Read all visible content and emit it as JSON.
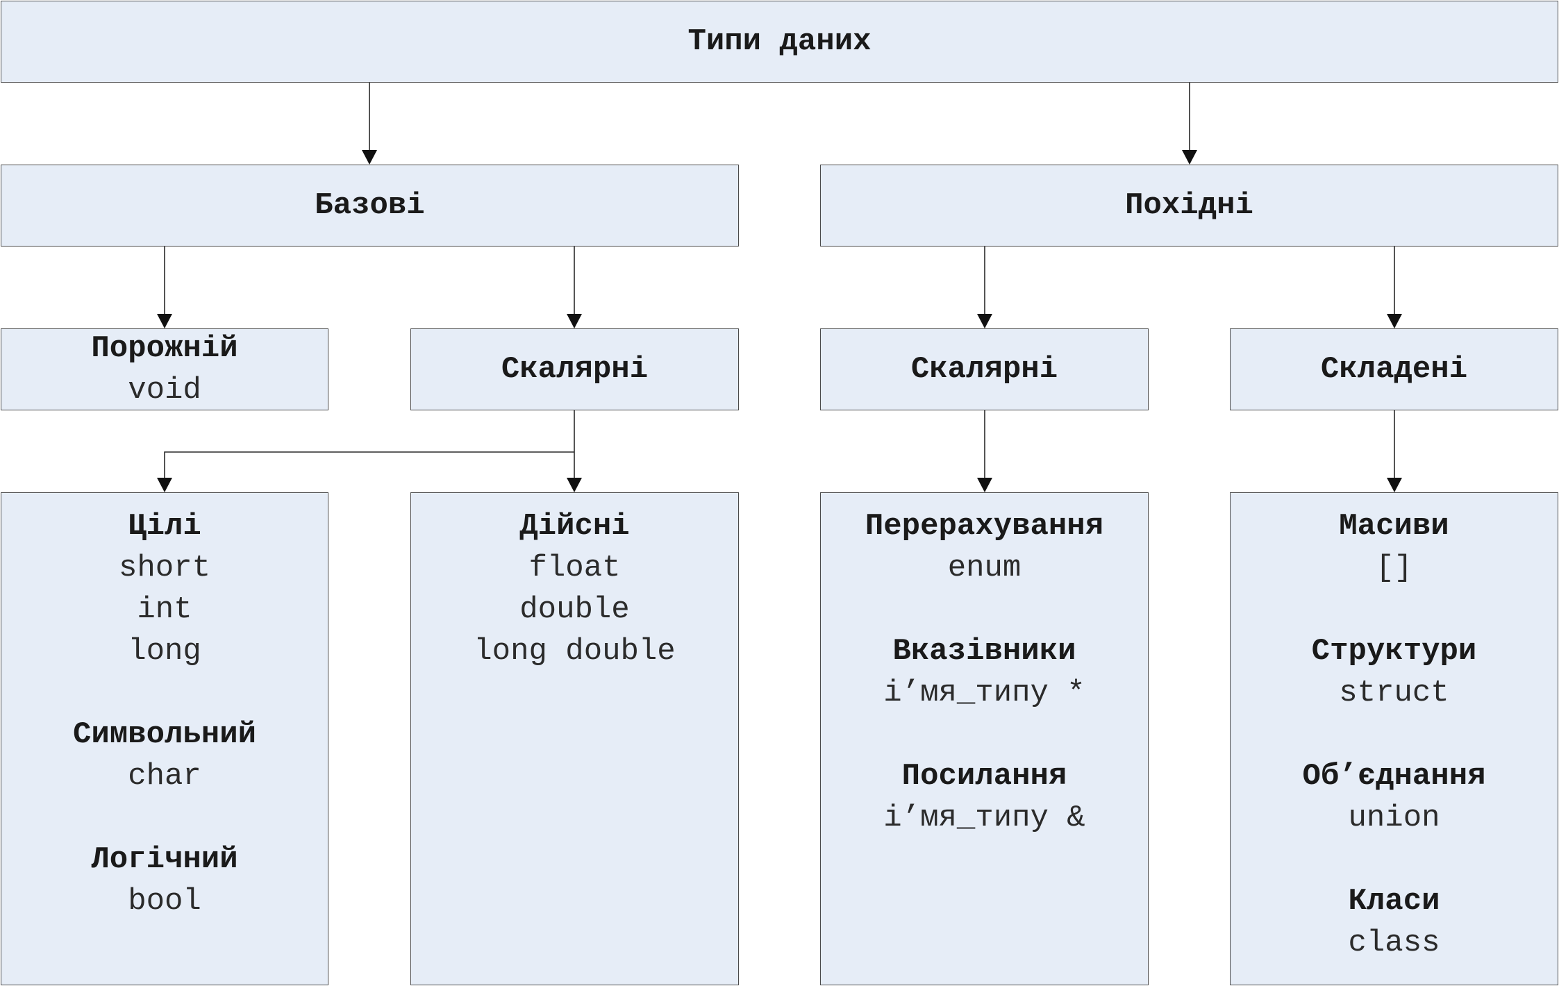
{
  "diagram": {
    "root": {
      "title": "Типи даних"
    },
    "basic": {
      "title": "Базові"
    },
    "derived": {
      "title": "Похідні"
    },
    "void": {
      "title": "Порожній",
      "keyword": "void"
    },
    "basic_scalar": {
      "title": "Скалярні"
    },
    "derived_scalar": {
      "title": "Скалярні"
    },
    "composite": {
      "title": "Складені"
    },
    "integer_group": [
      {
        "title": "Цілі",
        "keywords": [
          "short",
          "int",
          "long"
        ]
      },
      {
        "title": "Символьний",
        "keywords": [
          "char"
        ]
      },
      {
        "title": "Логічний",
        "keywords": [
          "bool"
        ]
      }
    ],
    "real_group": [
      {
        "title": "Дійсні",
        "keywords": [
          "float",
          "double",
          "long double"
        ]
      }
    ],
    "derived_scalar_group": [
      {
        "title": "Перерахування",
        "keywords": [
          "enum"
        ]
      },
      {
        "title": "Вказівники",
        "keywords": [
          "і’мя_типу *"
        ]
      },
      {
        "title": "Посилання",
        "keywords": [
          "і’мя_типу &"
        ]
      }
    ],
    "composite_group": [
      {
        "title": "Масиви",
        "keywords": [
          "[]"
        ]
      },
      {
        "title": "Структури",
        "keywords": [
          "struct"
        ]
      },
      {
        "title": "Об’єднання",
        "keywords": [
          "union"
        ]
      },
      {
        "title": "Класи",
        "keywords": [
          "class"
        ]
      }
    ],
    "colors": {
      "box_fill": "#e6edf7",
      "border": "#4a4a4a",
      "connector": "#2a2a2a",
      "text": "#1a1a1a"
    }
  }
}
